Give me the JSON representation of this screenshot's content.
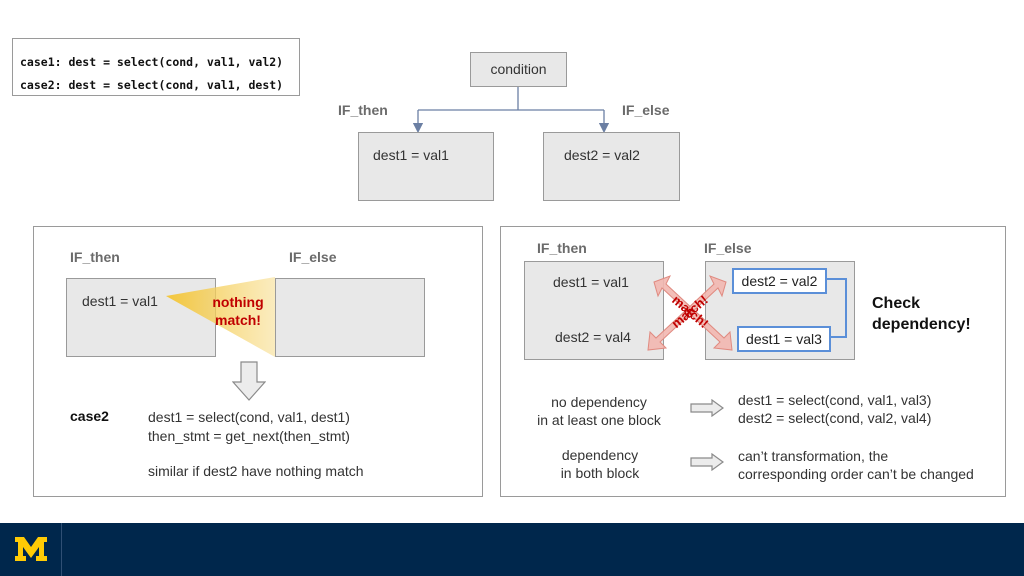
{
  "code_box": {
    "line1": "case1: dest = select(cond, val1, val2)",
    "line2": "case2: dest = select(cond, val1, dest)"
  },
  "top_diagram": {
    "condition_label": "condition",
    "if_then_label": "IF_then",
    "if_else_label": "IF_else",
    "then_box_text": "dest1 = val1",
    "else_box_text": "dest2 = val2"
  },
  "left_panel": {
    "if_then_label": "IF_then",
    "if_else_label": "IF_else",
    "then_box_text": "dest1 = val1",
    "nothing_match_line1": "nothing",
    "nothing_match_line2": "match!",
    "case_label": "case2",
    "code_line1": "dest1 = select(cond, val1, dest1)",
    "code_line2": "then_stmt = get_next(then_stmt)",
    "note": "similar if dest2 have nothing match"
  },
  "right_panel": {
    "if_then_label": "IF_then",
    "if_else_label": "IF_else",
    "then_line1": "dest1 = val1",
    "then_line2": "dest2 = val4",
    "else_line1": "dest2 = val2",
    "else_line2": "dest1 = val3",
    "match_text": "match!",
    "check_line1": "Check",
    "check_line2": "dependency!",
    "no_dep_line1": "no dependency",
    "no_dep_line2": "in at least one block",
    "no_dep_result1": "dest1 = select(cond, val1, val3)",
    "no_dep_result2": "dest2 = select(cond, val2, val4)",
    "dep_line1": "dependency",
    "dep_line2": "in both block",
    "dep_result1": "can’t transformation, the",
    "dep_result2": "corresponding order can’t be changed"
  },
  "colors": {
    "footer_bg": "#00274c",
    "logo": "#ffcb05",
    "highlight_red": "#c00000",
    "blue_border": "#5b8fd8"
  }
}
